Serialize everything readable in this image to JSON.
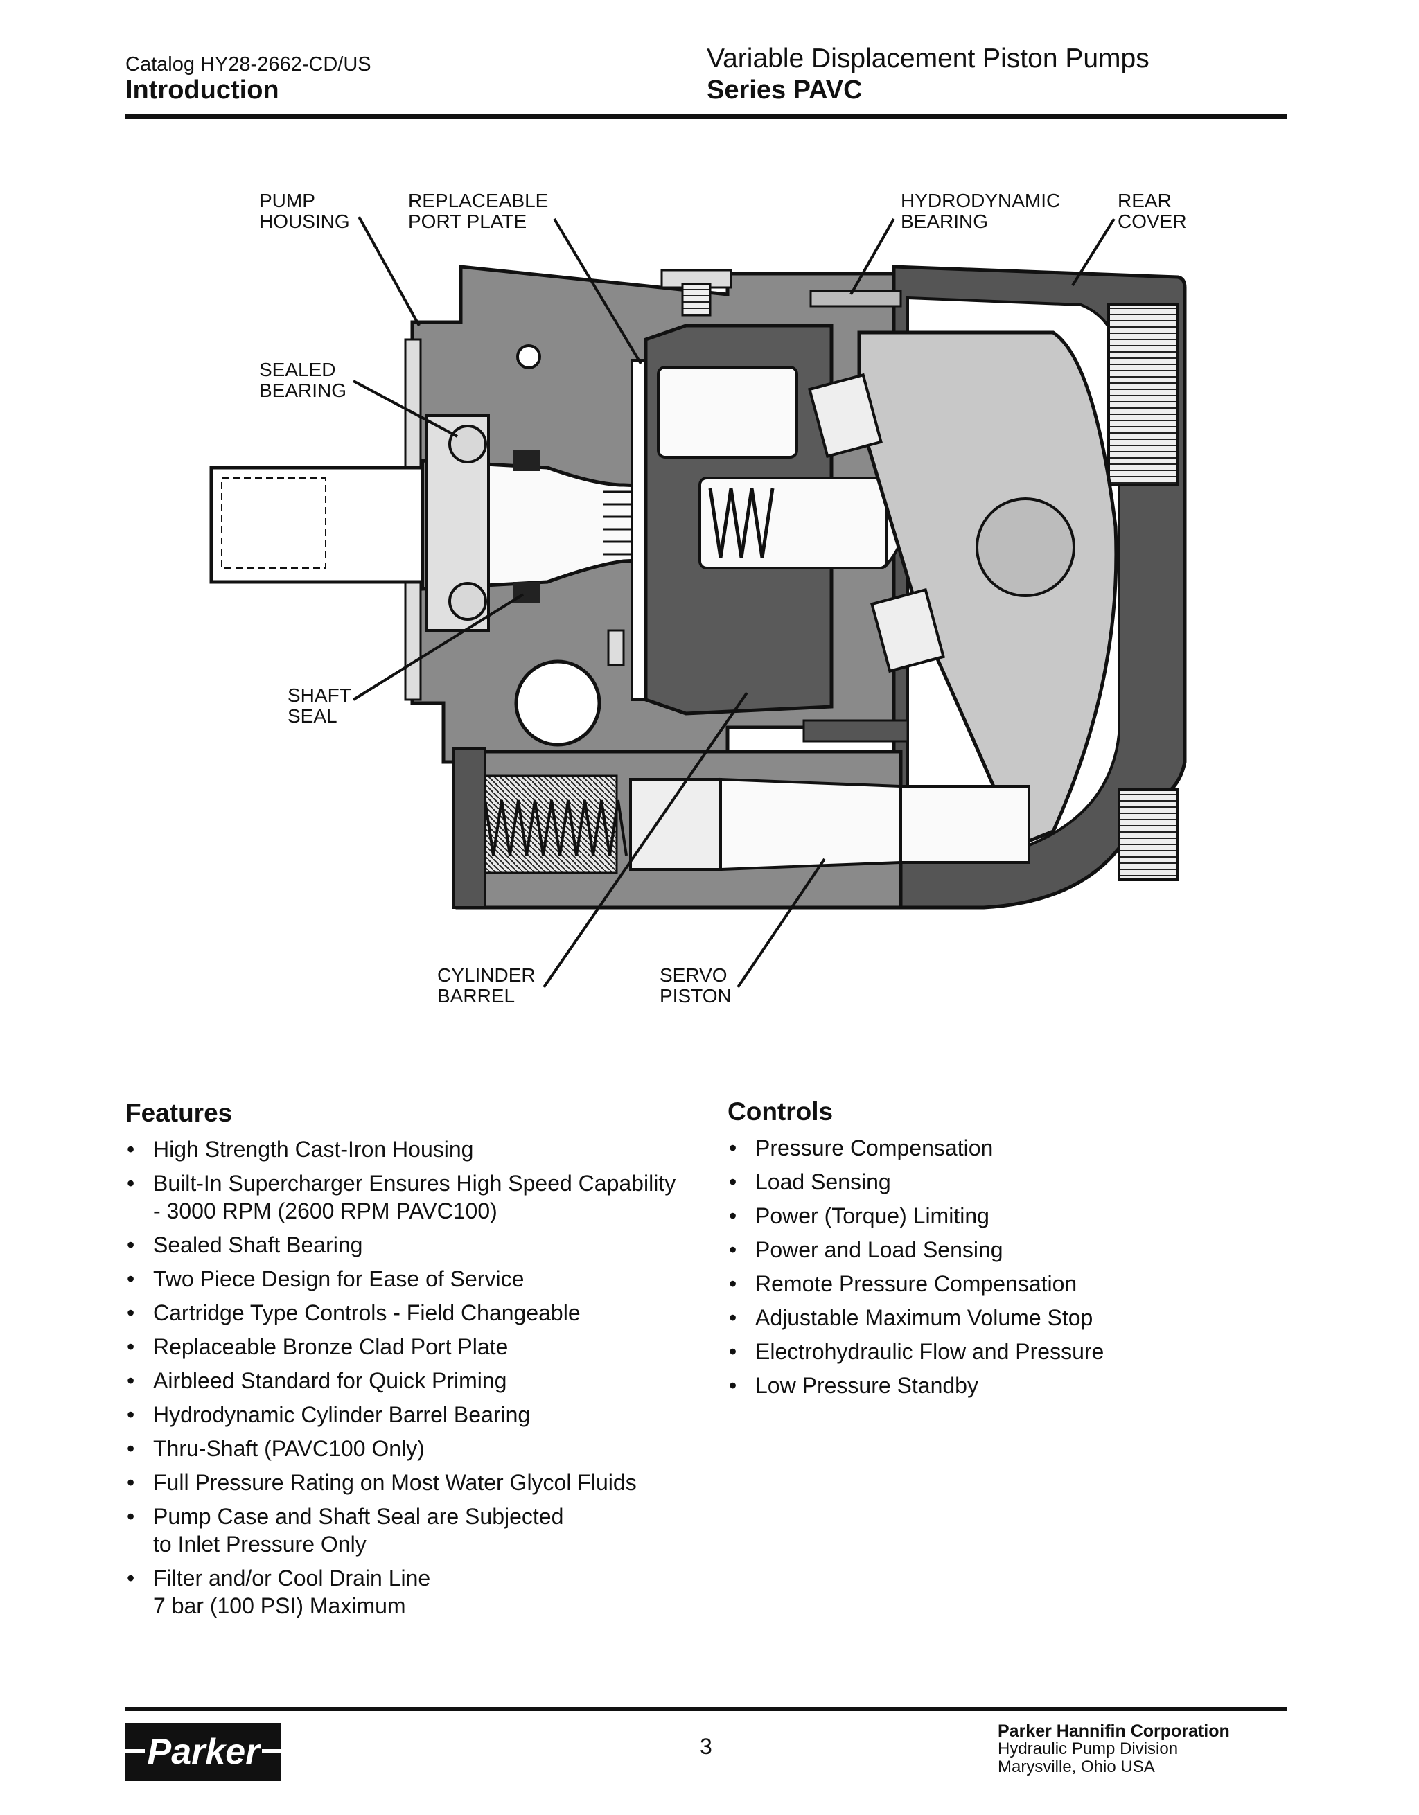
{
  "header": {
    "catalog": "Catalog  HY28-2662-CD/US",
    "section": "Introduction",
    "product_title": "Variable Displacement Piston Pumps",
    "series": "Series PAVC"
  },
  "diagram": {
    "labels": {
      "pump_housing": [
        "PUMP",
        "HOUSING"
      ],
      "port_plate": [
        "REPLACEABLE",
        "PORT PLATE"
      ],
      "hydro_bearing": [
        "HYDRODYNAMIC",
        "BEARING"
      ],
      "rear_cover": [
        "REAR",
        "COVER"
      ],
      "sealed_bearing": [
        "SEALED",
        "BEARING"
      ],
      "shaft_seal": [
        "SHAFT",
        "SEAL"
      ],
      "cylinder_barrel": [
        "CYLINDER",
        "BARREL"
      ],
      "servo_piston": [
        "SERVO",
        "PISTON"
      ]
    }
  },
  "features": {
    "title": "Features",
    "items": [
      "High Strength Cast-Iron Housing",
      "Built-In Supercharger Ensures High Speed Capability\n- 3000 RPM (2600 RPM PAVC100)",
      "Sealed Shaft Bearing",
      "Two Piece Design for Ease of Service",
      "Cartridge Type Controls - Field Changeable",
      "Replaceable Bronze Clad Port Plate",
      "Airbleed Standard for Quick Priming",
      "Hydrodynamic Cylinder Barrel Bearing",
      "Thru-Shaft (PAVC100 Only)",
      "Full Pressure Rating on Most Water Glycol Fluids",
      "Pump Case and Shaft Seal are Subjected\nto Inlet Pressure Only",
      "Filter and/or Cool Drain Line\n7 bar (100 PSI) Maximum"
    ]
  },
  "controls": {
    "title": "Controls",
    "items": [
      "Pressure Compensation",
      "Load Sensing",
      "Power (Torque) Limiting",
      "Power and Load Sensing",
      "Remote Pressure Compensation",
      "Adjustable Maximum Volume Stop",
      "Electrohydraulic Flow and Pressure",
      "Low Pressure Standby"
    ]
  },
  "footer": {
    "logo": "Parker",
    "page_number": "3",
    "company": "Parker Hannifin Corporation",
    "division": "Hydraulic Pump Division",
    "location": "Marysville, Ohio USA"
  }
}
